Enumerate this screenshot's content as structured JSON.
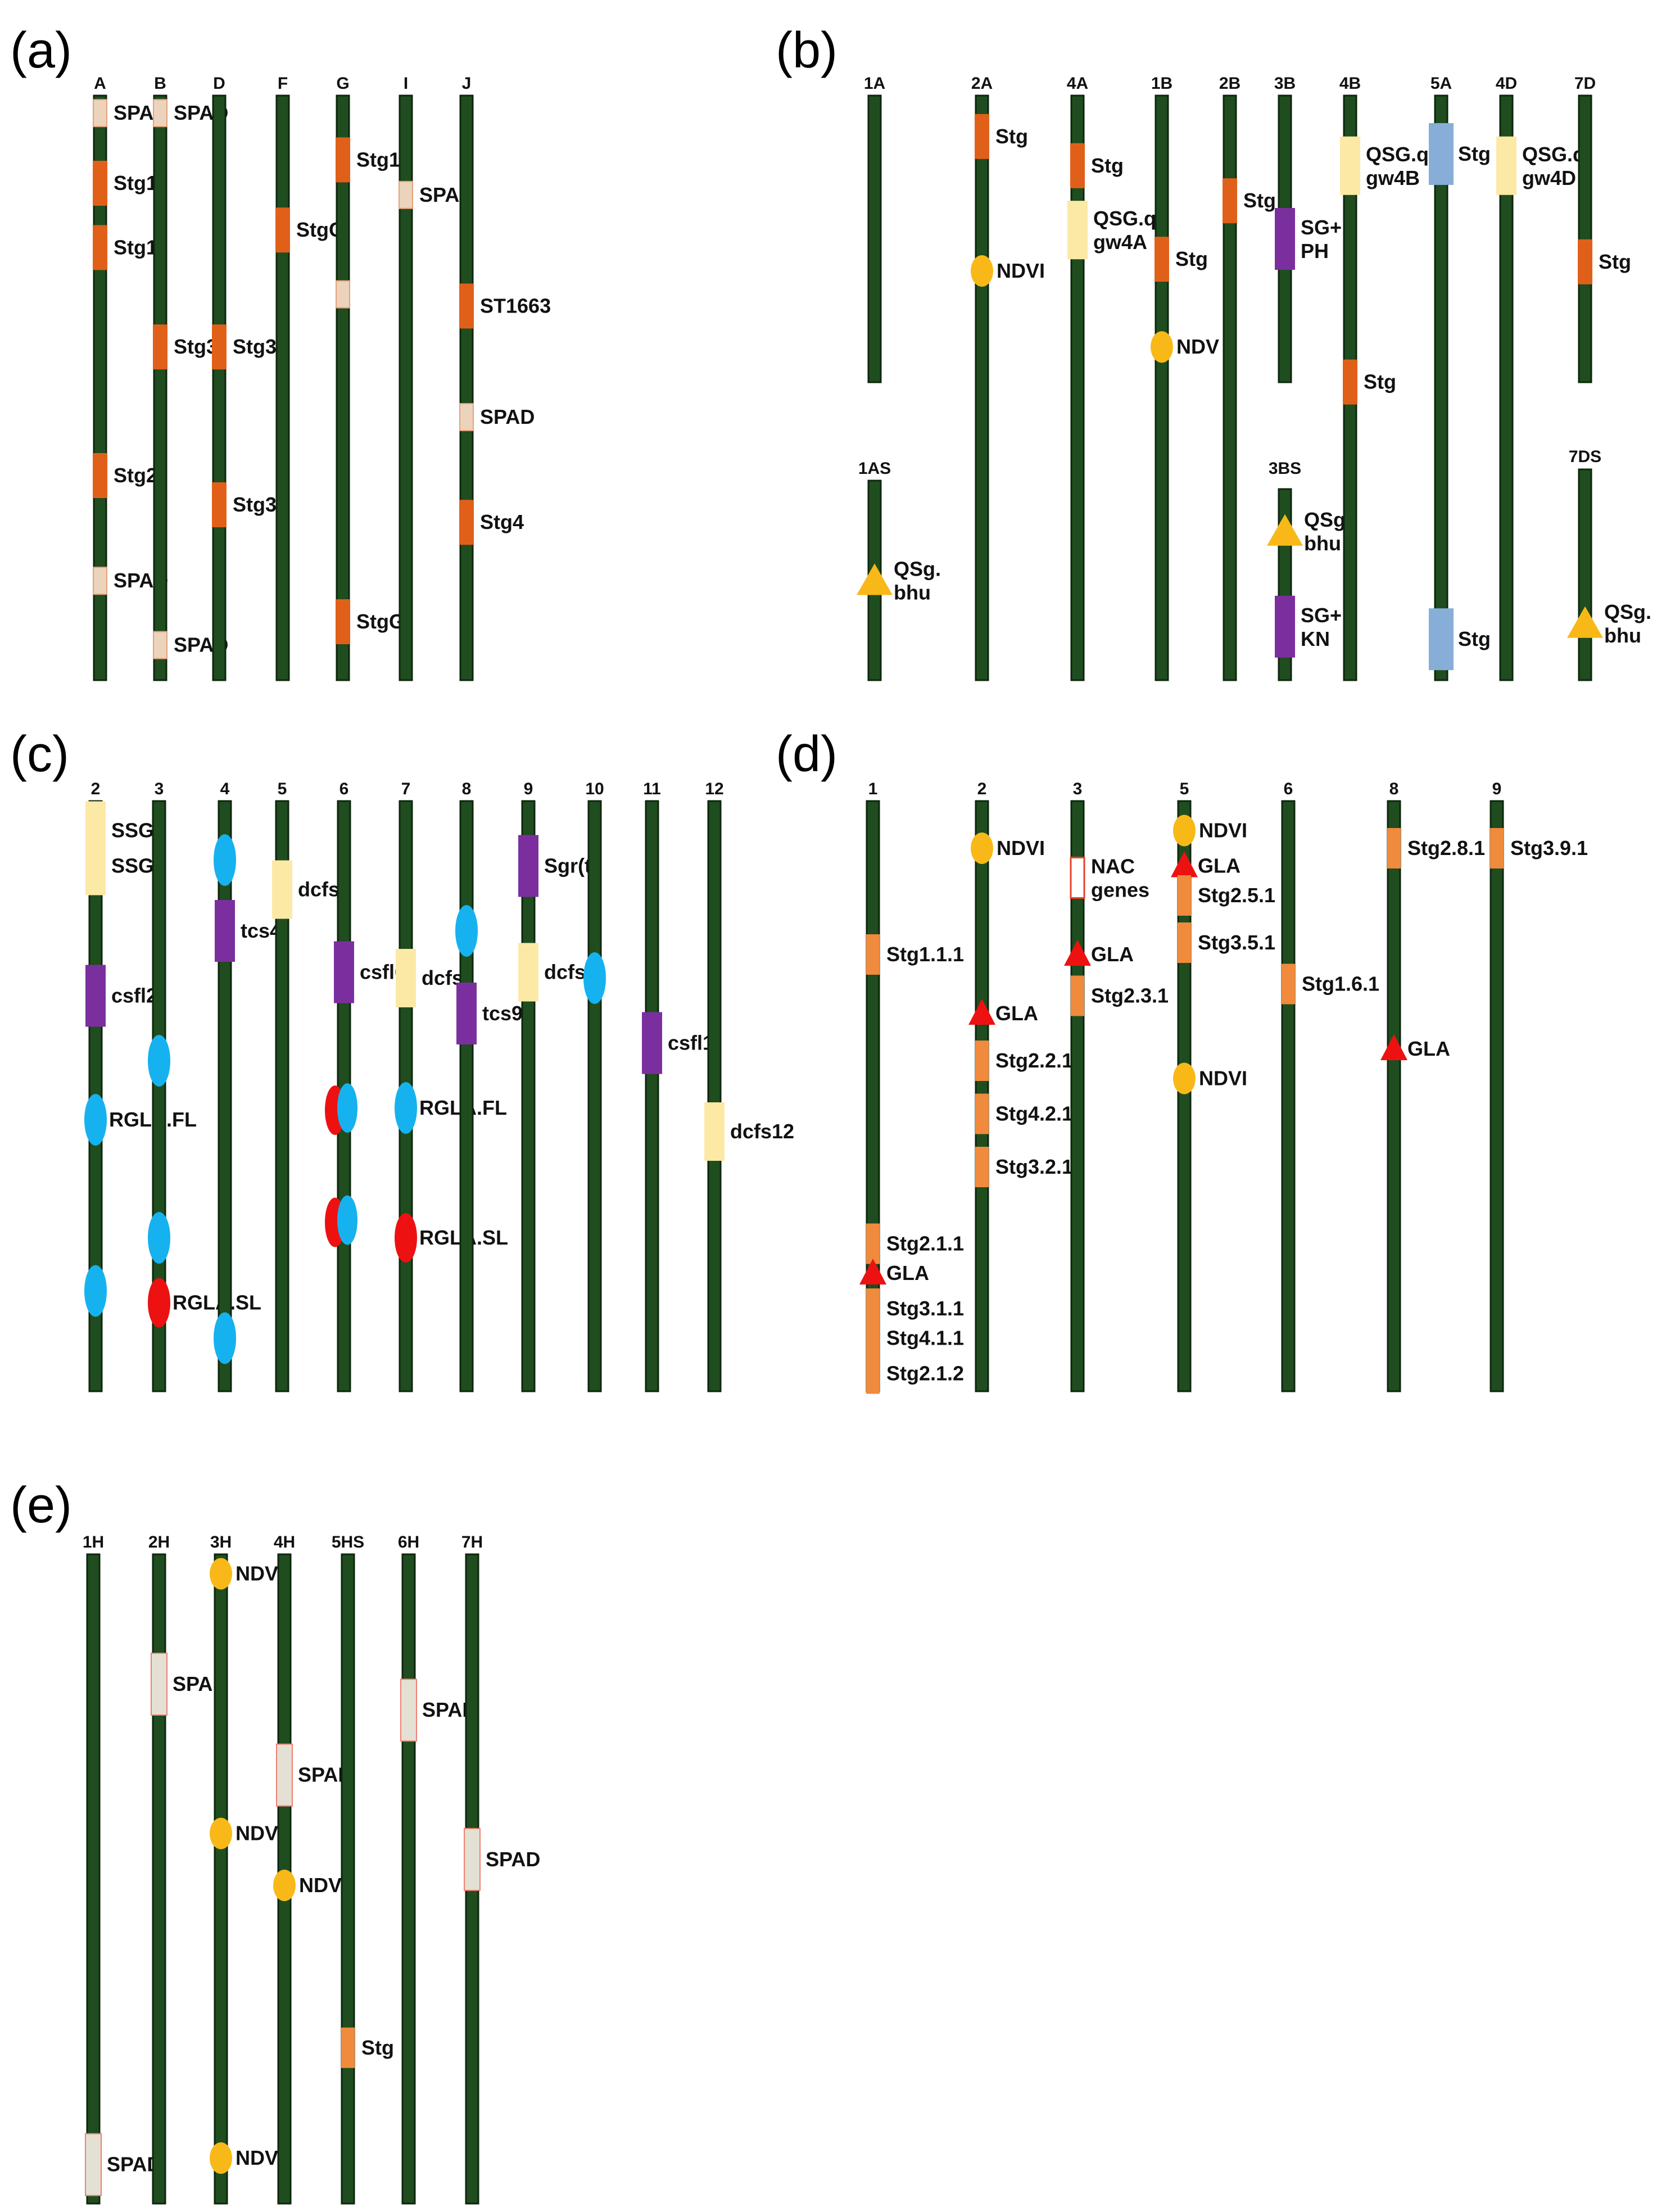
{
  "colors": {
    "chromosome": "#1f4d1f",
    "chromosome_edge": "#0d260d",
    "orange": "#e0601a",
    "orange_light": "#f08a3c",
    "peach": "#ecd3bc",
    "peach_edge": "#e8a07a",
    "cream": "#fce9a6",
    "blue": "#86aed6",
    "purple": "#7b2f9e",
    "yellow": "#f8b918",
    "red": "#ee1111",
    "cyan": "#16b2ef",
    "white_box": "#ffffff",
    "white_box_edge": "#e8412a",
    "grey_box": "#e4e0d4",
    "grey_box_edge": "#ee8070"
  },
  "panels": [
    {
      "id": "a",
      "letter": "(a)",
      "chromosomes": [
        {
          "name": "A",
          "markers": [
            {
              "shape": "peach",
              "pos": 0.03,
              "label": "SPAD"
            },
            {
              "shape": "orange",
              "pos": 0.15,
              "label": "Stg1"
            },
            {
              "shape": "orange",
              "pos": 0.26,
              "label": "Stg1"
            },
            {
              "shape": "orange",
              "pos": 0.65,
              "label": "Stg2"
            },
            {
              "shape": "peach",
              "pos": 0.83,
              "label": "SPAD"
            }
          ]
        },
        {
          "name": "B",
          "markers": [
            {
              "shape": "peach",
              "pos": 0.03,
              "label": "SPAD"
            },
            {
              "shape": "orange",
              "pos": 0.43,
              "label": "Stg3"
            },
            {
              "shape": "peach",
              "pos": 0.94,
              "label": "SPAD"
            }
          ]
        },
        {
          "name": "D",
          "markers": [
            {
              "shape": "orange",
              "pos": 0.43,
              "label": "Stg3"
            },
            {
              "shape": "orange",
              "pos": 0.7,
              "label": "Stg3"
            }
          ]
        },
        {
          "name": "F",
          "markers": [
            {
              "shape": "orange",
              "pos": 0.23,
              "label": "StgG"
            }
          ]
        },
        {
          "name": "G",
          "markers": [
            {
              "shape": "orange",
              "pos": 0.11,
              "label": "Stg1"
            },
            {
              "shape": "peach",
              "pos": 0.34,
              "label": ""
            },
            {
              "shape": "orange",
              "pos": 0.9,
              "label": "StgG"
            }
          ]
        },
        {
          "name": "I",
          "markers": [
            {
              "shape": "peach",
              "pos": 0.17,
              "label": "SPAD"
            }
          ]
        },
        {
          "name": "J",
          "markers": [
            {
              "shape": "orange",
              "pos": 0.36,
              "label": "ST1663"
            },
            {
              "shape": "peach",
              "pos": 0.55,
              "label": "SPAD"
            },
            {
              "shape": "orange",
              "pos": 0.73,
              "label": "Stg4"
            }
          ]
        }
      ]
    },
    {
      "id": "b",
      "letter": "(b)",
      "chromosomes": [
        {
          "name": "1A",
          "markers": []
        },
        {
          "name": "1AS",
          "markers": [
            {
              "shape": "triangle_y",
              "pos": 0.5,
              "label": "QSg.\nbhu"
            }
          ]
        },
        {
          "name": "2A",
          "markers": [
            {
              "shape": "orange",
              "pos": 0.07,
              "label": "Stg"
            },
            {
              "shape": "yellow_circle",
              "pos": 0.3,
              "label": "NDVI"
            }
          ]
        },
        {
          "name": "4A",
          "markers": [
            {
              "shape": "orange",
              "pos": 0.12,
              "label": "Stg"
            },
            {
              "shape": "cream",
              "pos": 0.23,
              "label": "QSG.q\ngw4A"
            }
          ]
        },
        {
          "name": "1B",
          "markers": [
            {
              "shape": "orange",
              "pos": 0.28,
              "label": "Stg"
            },
            {
              "shape": "yellow_circle",
              "pos": 0.43,
              "label": "NDV"
            }
          ]
        },
        {
          "name": "2B",
          "markers": [
            {
              "shape": "orange",
              "pos": 0.18,
              "label": "Stg"
            }
          ]
        },
        {
          "name": "3B",
          "markers": [
            {
              "shape": "purple",
              "pos": 0.5,
              "label": "SG+\nPH"
            }
          ]
        },
        {
          "name": "3BS",
          "markers": [
            {
              "shape": "triangle_y",
              "pos": 0.22,
              "label": "QSg.\nbhu"
            },
            {
              "shape": "purple",
              "pos": 0.72,
              "label": "SG+\nKN"
            }
          ]
        },
        {
          "name": "4B",
          "markers": [
            {
              "shape": "cream",
              "pos": 0.12,
              "label": "QSG.q\ngw4B"
            },
            {
              "shape": "orange",
              "pos": 0.49,
              "label": "Stg"
            }
          ]
        },
        {
          "name": "5A",
          "markers": [
            {
              "shape": "blue",
              "pos": 0.1,
              "label": "Stg"
            },
            {
              "shape": "blue",
              "pos": 0.93,
              "label": "Stg"
            }
          ]
        },
        {
          "name": "4D",
          "markers": [
            {
              "shape": "cream",
              "pos": 0.12,
              "label": "QSG.q\ngw4D"
            }
          ]
        },
        {
          "name": "7D",
          "markers": [
            {
              "shape": "orange",
              "pos": 0.58,
              "label": "Stg"
            }
          ]
        },
        {
          "name": "7DS",
          "markers": [
            {
              "shape": "triangle_y",
              "pos": 0.73,
              "label": "QSg.\nbhu"
            }
          ]
        }
      ]
    },
    {
      "id": "c",
      "letter": "(c)",
      "chromosomes": [
        {
          "name": "2",
          "markers": [
            {
              "shape": "cream",
              "pos": 0.05,
              "label": "SSG4"
            },
            {
              "shape": "cream",
              "pos": 0.11,
              "label": "SSG4"
            },
            {
              "shape": "purple",
              "pos": 0.33,
              "label": "csfl2"
            },
            {
              "shape": "cyan",
              "pos": 0.54,
              "label": "RGLA.FL"
            },
            {
              "shape": "cyan",
              "pos": 0.83,
              "label": ""
            }
          ]
        },
        {
          "name": "3",
          "markers": [
            {
              "shape": "cyan",
              "pos": 0.44,
              "label": ""
            },
            {
              "shape": "cyan",
              "pos": 0.74,
              "label": ""
            },
            {
              "shape": "red",
              "pos": 0.85,
              "label": "RGLA.SL"
            }
          ]
        },
        {
          "name": "4",
          "markers": [
            {
              "shape": "cyan",
              "pos": 0.1,
              "label": ""
            },
            {
              "shape": "purple",
              "pos": 0.22,
              "label": "tcs4"
            },
            {
              "shape": "cyan",
              "pos": 0.91,
              "label": ""
            }
          ]
        },
        {
          "name": "5",
          "markers": [
            {
              "shape": "cream",
              "pos": 0.15,
              "label": "dcfs5"
            }
          ]
        },
        {
          "name": "6",
          "markers": [
            {
              "shape": "purple",
              "pos": 0.29,
              "label": "csfl6"
            },
            {
              "shape": "red_cyan",
              "pos": 0.52,
              "label": ""
            },
            {
              "shape": "red_cyan",
              "pos": 0.71,
              "label": ""
            }
          ]
        },
        {
          "name": "7",
          "markers": [
            {
              "shape": "cream",
              "pos": 0.3,
              "label": "dcfs7"
            },
            {
              "shape": "cyan",
              "pos": 0.52,
              "label": "RGLA.FL"
            },
            {
              "shape": "red",
              "pos": 0.74,
              "label": "RGLA.SL"
            }
          ]
        },
        {
          "name": "8",
          "markers": [
            {
              "shape": "cyan",
              "pos": 0.22,
              "label": ""
            },
            {
              "shape": "purple",
              "pos": 0.36,
              "label": "tcs9"
            }
          ]
        },
        {
          "name": "9",
          "markers": [
            {
              "shape": "purple",
              "pos": 0.11,
              "label": "Sgr(t)"
            },
            {
              "shape": "cream",
              "pos": 0.29,
              "label": "dcfs9"
            }
          ]
        },
        {
          "name": "10",
          "markers": [
            {
              "shape": "cyan",
              "pos": 0.3,
              "label": ""
            }
          ]
        },
        {
          "name": "11",
          "markers": [
            {
              "shape": "purple",
              "pos": 0.41,
              "label": "csfl1"
            }
          ]
        },
        {
          "name": "12",
          "markers": [
            {
              "shape": "cream",
              "pos": 0.56,
              "label": "dcfs12"
            }
          ]
        }
      ]
    },
    {
      "id": "d",
      "letter": "(d)",
      "chromosomes": [
        {
          "name": "1",
          "markers": [
            {
              "shape": "orange_light",
              "pos": 0.26,
              "label": "Stg1.1.1"
            },
            {
              "shape": "orange_light",
              "pos": 0.75,
              "label": "Stg2.1.1"
            },
            {
              "shape": "triangle_r",
              "pos": 0.8,
              "label": "GLA"
            },
            {
              "shape": "orange_light",
              "pos": 0.86,
              "label": "Stg3.1.1"
            },
            {
              "shape": "orange_light",
              "pos": 0.91,
              "label": "Stg4.1.1"
            },
            {
              "shape": "orange_light",
              "pos": 0.97,
              "label": "Stg2.1.2"
            }
          ]
        },
        {
          "name": "2",
          "markers": [
            {
              "shape": "yellow_circle",
              "pos": 0.08,
              "label": "NDVI"
            },
            {
              "shape": "triangle_r",
              "pos": 0.36,
              "label": "GLA"
            },
            {
              "shape": "orange_light",
              "pos": 0.44,
              "label": "Stg2.2.1"
            },
            {
              "shape": "orange_light",
              "pos": 0.53,
              "label": "Stg4.2.1"
            },
            {
              "shape": "orange_light",
              "pos": 0.62,
              "label": "Stg3.2.1"
            }
          ]
        },
        {
          "name": "3",
          "markers": [
            {
              "shape": "white_box",
              "pos": 0.13,
              "label": "NAC\ngenes"
            },
            {
              "shape": "triangle_r",
              "pos": 0.26,
              "label": "GLA"
            },
            {
              "shape": "orange_light",
              "pos": 0.33,
              "label": "Stg2.3.1"
            }
          ]
        },
        {
          "name": "5",
          "markers": [
            {
              "shape": "yellow_circle",
              "pos": 0.05,
              "label": "NDVI"
            },
            {
              "shape": "triangle_r",
              "pos": 0.11,
              "label": "GLA"
            },
            {
              "shape": "orange_light",
              "pos": 0.16,
              "label": "Stg2.5.1"
            },
            {
              "shape": "orange_light",
              "pos": 0.24,
              "label": "Stg3.5.1"
            },
            {
              "shape": "yellow_circle",
              "pos": 0.47,
              "label": "NDVI"
            }
          ]
        },
        {
          "name": "6",
          "markers": [
            {
              "shape": "orange_light",
              "pos": 0.31,
              "label": "Stg1.6.1"
            }
          ]
        },
        {
          "name": "8",
          "markers": [
            {
              "shape": "orange_light",
              "pos": 0.08,
              "label": "Stg2.8.1"
            },
            {
              "shape": "triangle_r",
              "pos": 0.42,
              "label": "GLA"
            }
          ]
        },
        {
          "name": "9",
          "markers": [
            {
              "shape": "orange_light",
              "pos": 0.08,
              "label": "Stg3.9.1"
            }
          ]
        }
      ]
    },
    {
      "id": "e",
      "letter": "(e)",
      "chromosomes": [
        {
          "name": "1H",
          "markers": [
            {
              "shape": "grey_box",
              "pos": 0.94,
              "label": "SPAD"
            }
          ]
        },
        {
          "name": "2H",
          "markers": [
            {
              "shape": "grey_box",
              "pos": 0.2,
              "label": "SPAD"
            }
          ]
        },
        {
          "name": "3H",
          "markers": [
            {
              "shape": "yellow_circle",
              "pos": 0.03,
              "label": "NDVI"
            },
            {
              "shape": "yellow_circle",
              "pos": 0.43,
              "label": "NDVI"
            },
            {
              "shape": "yellow_circle",
              "pos": 0.93,
              "label": "NDVI"
            }
          ]
        },
        {
          "name": "4H",
          "markers": [
            {
              "shape": "grey_box",
              "pos": 0.34,
              "label": "SPAD"
            },
            {
              "shape": "yellow_circle",
              "pos": 0.51,
              "label": "NDVI"
            }
          ]
        },
        {
          "name": "5HS",
          "markers": [
            {
              "shape": "orange_light",
              "pos": 0.76,
              "label": "Stg"
            }
          ]
        },
        {
          "name": "6H",
          "markers": [
            {
              "shape": "grey_box",
              "pos": 0.24,
              "label": "SPAD"
            }
          ]
        },
        {
          "name": "7H",
          "markers": [
            {
              "shape": "grey_box",
              "pos": 0.47,
              "label": "SPAD"
            }
          ]
        }
      ]
    }
  ]
}
